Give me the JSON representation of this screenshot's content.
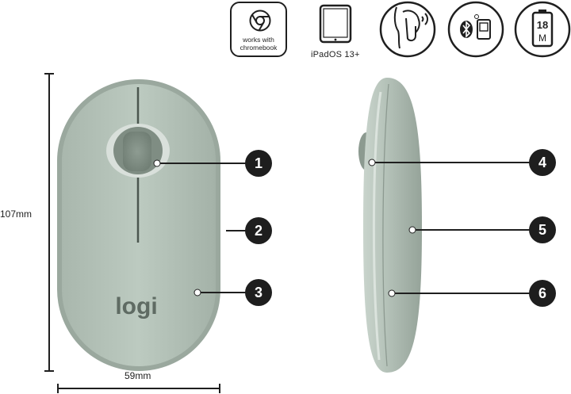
{
  "badges": {
    "chromebook_line1": "works with",
    "chromebook_line2": "chromebook",
    "ipad_label": "iPadOS 13+",
    "battery_months": "18",
    "battery_unit": "M"
  },
  "dimensions": {
    "height": "107mm",
    "width": "59mm"
  },
  "brand_logo": "logi",
  "callouts": [
    "1",
    "2",
    "3",
    "4",
    "5",
    "6"
  ],
  "colors": {
    "mouse_body": "#b7c4bb",
    "mouse_dark": "#8c9a90",
    "callout_bg": "#1e1e1e"
  },
  "icons": [
    "chrome-icon",
    "ipad-icon",
    "silent-click-icon",
    "bluetooth-receiver-icon",
    "battery-icon"
  ]
}
